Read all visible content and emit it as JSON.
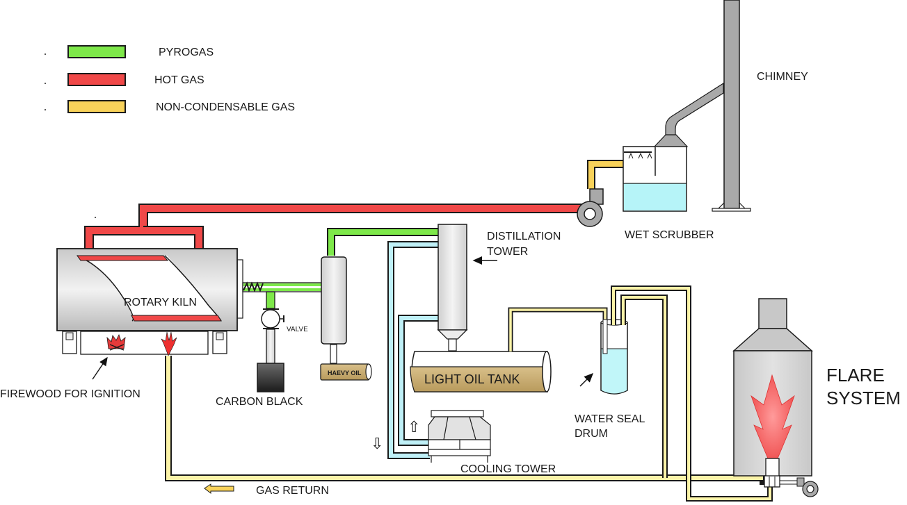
{
  "diagram": {
    "title": "Pyrolysis plant process flow",
    "legend": [
      {
        "key": "pyrogas",
        "label": "PYROGAS",
        "color": "#7ee84a"
      },
      {
        "key": "hot_gas",
        "label": "HOT GAS",
        "color": "#f04848"
      },
      {
        "key": "non_condensable",
        "label": "NON-CONDENSABLE GAS",
        "color": "#f8d25a"
      }
    ],
    "colors": {
      "pyrogas": "#7ee84a",
      "hot_gas": "#f04848",
      "non_condensable": "#f8d25a",
      "gas_return": "#fbf3a8",
      "cooling_water": "#bff0f7",
      "water": "#b6f4f8",
      "equipment_gray": "#b0b0b0",
      "oil": "#c9ad72",
      "outline": "#1a1a1a"
    },
    "components": {
      "rotary_kiln": "ROTARY KILN",
      "firewood": "FIREWOOD FOR IGNITION",
      "valve": "VALVE",
      "carbon_black": "CARBON BLACK",
      "heavy_oil": "HAEVY OIL",
      "distillation_line1": "DISTILLATION",
      "distillation_line2": "TOWER",
      "light_oil_tank": "LIGHT OIL TANK",
      "cooling_tower": "COOLING TOWER",
      "water_seal_line1": "WATER SEAL",
      "water_seal_line2": "DRUM",
      "wet_scrubber": "WET SCRUBBER",
      "chimney": "CHIMNEY",
      "flare_line1": "FLARE",
      "flare_line2": "SYSTEM",
      "gas_return": "GAS RETURN"
    }
  }
}
